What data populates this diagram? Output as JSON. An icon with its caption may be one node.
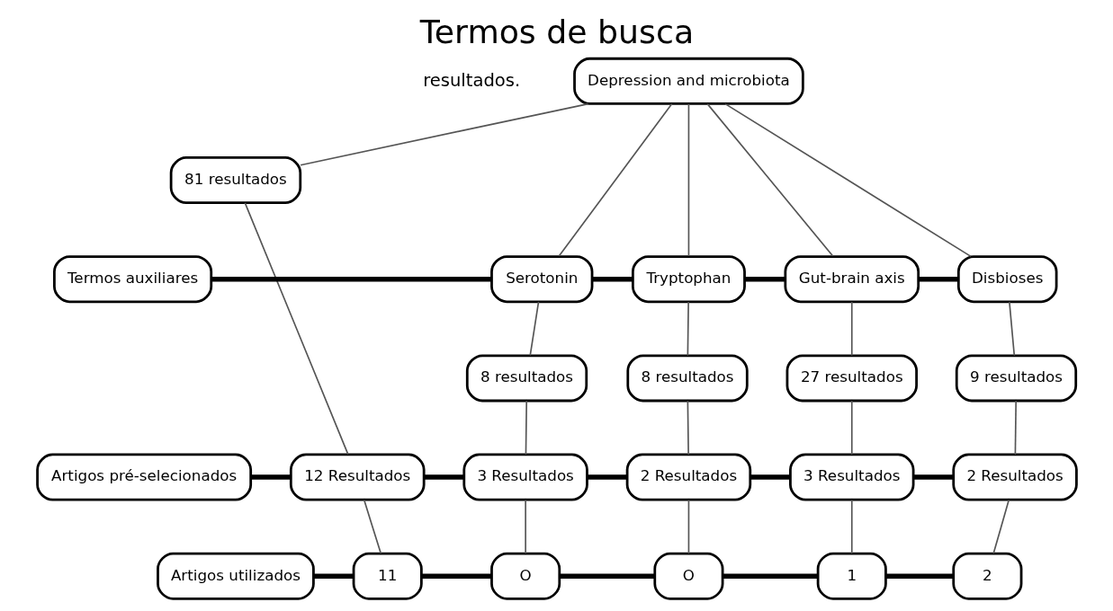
{
  "diagram": {
    "title": "Termos de busca",
    "nodes": [
      {
        "text": [
          "Depression and microbiota"
        ]
      },
      {
        "text": [
          "81 resultados"
        ]
      },
      {
        "text": [
          "Termos auxiliares"
        ]
      },
      {
        "text": [
          "Serotonin"
        ]
      },
      {
        "text": [
          "Tryptophan"
        ]
      },
      {
        "text": [
          "Gut-brain axis"
        ]
      },
      {
        "text": [
          "Disbioses"
        ]
      },
      {
        "text": [
          "8 resultados"
        ]
      },
      {
        "text": [
          "8 resultados"
        ]
      },
      {
        "text": [
          "27 resultados"
        ]
      },
      {
        "text": [
          "9 resultados"
        ]
      },
      {
        "text": [
          "Artigos pré-selecionados"
        ]
      },
      {
        "text": [
          "12 Resultados"
        ]
      },
      {
        "text": [
          "3 Resultados"
        ]
      },
      {
        "text": [
          "2 Resultados"
        ]
      },
      {
        "text": [
          "3 Resultados"
        ]
      },
      {
        "text": [
          "2 Resultados"
        ]
      },
      {
        "text": [
          "Artigos utilizados"
        ]
      },
      {
        "text": [
          "11"
        ]
      },
      {
        "text": [
          "O"
        ]
      },
      {
        "text": [
          "O"
        ]
      },
      {
        "text": [
          "1"
        ]
      },
      {
        "text": [
          "2"
        ]
      }
    ],
    "edges": [
      {
        "from": 0,
        "to": 1,
        "arrow": "none"
      },
      {
        "from": 0,
        "to": 3,
        "arrow": "none"
      },
      {
        "from": 0,
        "to": 4,
        "arrow": "none"
      },
      {
        "from": 0,
        "to": 5,
        "arrow": "none"
      },
      {
        "from": 0,
        "to": 6,
        "arrow": "none"
      },
      {
        "from": 2,
        "to": 3,
        "arrow": "none",
        "style": "thick"
      },
      {
        "from": 3,
        "to": 4,
        "arrow": "none",
        "style": "thick"
      },
      {
        "from": 4,
        "to": 5,
        "arrow": "none",
        "style": "thick"
      },
      {
        "from": 5,
        "to": 6,
        "arrow": "none",
        "style": "thick"
      },
      {
        "from": 1,
        "to": 12,
        "arrow": "none"
      },
      {
        "from": 3,
        "to": 7,
        "arrow": "none"
      },
      {
        "from": 4,
        "to": 8,
        "arrow": "none"
      },
      {
        "from": 5,
        "to": 9,
        "arrow": "none"
      },
      {
        "from": 6,
        "to": 10,
        "arrow": "none"
      },
      {
        "from": 7,
        "to": 13,
        "arrow": "none"
      },
      {
        "from": 8,
        "to": 14,
        "arrow": "none"
      },
      {
        "from": 9,
        "to": 15,
        "arrow": "none"
      },
      {
        "from": 10,
        "to": 16,
        "arrow": "none"
      },
      {
        "from": 11,
        "to": 12,
        "arrow": "none",
        "style": "thick"
      },
      {
        "from": 12,
        "to": 13,
        "arrow": "none",
        "style": "thick"
      },
      {
        "from": 13,
        "to": 14,
        "arrow": "none",
        "style": "thick"
      },
      {
        "from": 14,
        "to": 15,
        "arrow": "none",
        "style": "thick"
      },
      {
        "from": 15,
        "to": 16,
        "arrow": "none",
        "style": "thick"
      },
      {
        "from": 12,
        "to": 18,
        "arrow": "none"
      },
      {
        "from": 13,
        "to": 19,
        "arrow": "none"
      },
      {
        "from": 14,
        "to": 20,
        "arrow": "none"
      },
      {
        "from": 15,
        "to": 21,
        "arrow": "none"
      },
      {
        "from": 16,
        "to": 22,
        "arrow": "none"
      },
      {
        "from": 17,
        "to": 18,
        "arrow": "none",
        "style": "thick"
      },
      {
        "from": 18,
        "to": 19,
        "arrow": "none",
        "style": "thick"
      },
      {
        "from": 19,
        "to": 20,
        "arrow": "none",
        "style": "thick"
      },
      {
        "from": 20,
        "to": 21,
        "arrow": "none",
        "style": "thick"
      },
      {
        "from": 21,
        "to": 22,
        "arrow": "none",
        "style": "thick"
      }
    ],
    "labels": [
      "resultados."
    ]
  }
}
